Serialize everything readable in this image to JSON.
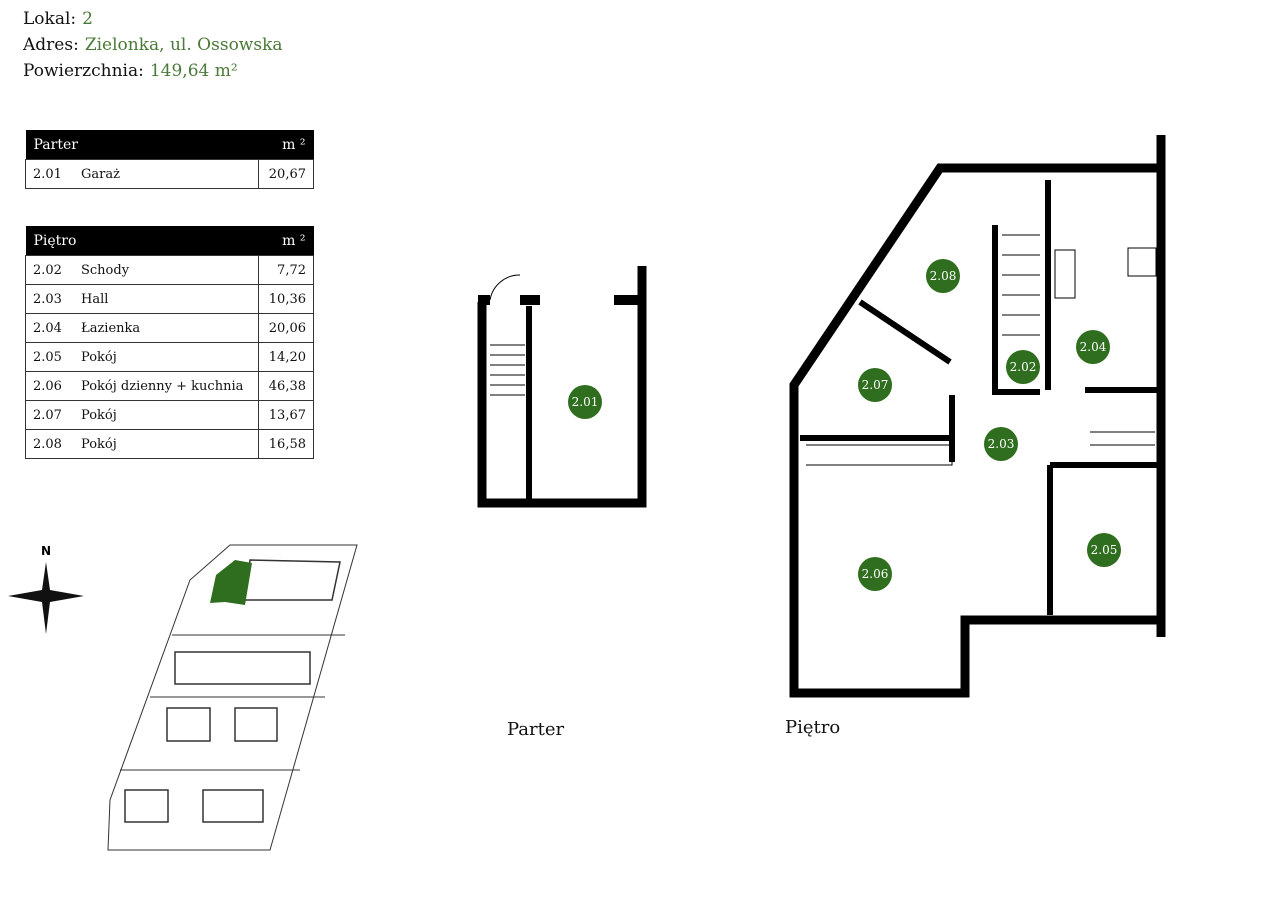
{
  "info": {
    "lokal_label": "Lokal:",
    "lokal": "2",
    "adres_label": "Adres:",
    "adres": "Zielonka, ul. Ossowska",
    "pow_label": "Powierzchnia:",
    "pow": "149,64 m²"
  },
  "parter": {
    "title": "Parter",
    "unit": "m ²",
    "rows": [
      {
        "num": "2.01",
        "name": "Garaż",
        "area": "20,67"
      }
    ]
  },
  "pietro": {
    "title": "Piętro",
    "unit": "m ²",
    "rows": [
      {
        "num": "2.02",
        "name": "Schody",
        "area": "7,72"
      },
      {
        "num": "2.03",
        "name": "Hall",
        "area": "10,36"
      },
      {
        "num": "2.04",
        "name": "Łazienka",
        "area": "20,06"
      },
      {
        "num": "2.05",
        "name": "Pokój",
        "area": "14,20"
      },
      {
        "num": "2.06",
        "name": "Pokój dzienny + kuchnia",
        "area": "46,38"
      },
      {
        "num": "2.07",
        "name": "Pokój",
        "area": "13,67"
      },
      {
        "num": "2.08",
        "name": "Pokój",
        "area": "16,58"
      }
    ]
  },
  "plans": {
    "parter_label": "Parter",
    "pietro_label": "Piętro",
    "compass": "N"
  },
  "colors": {
    "accent": "#2f6e1e",
    "text_green": "#4a7a38"
  }
}
